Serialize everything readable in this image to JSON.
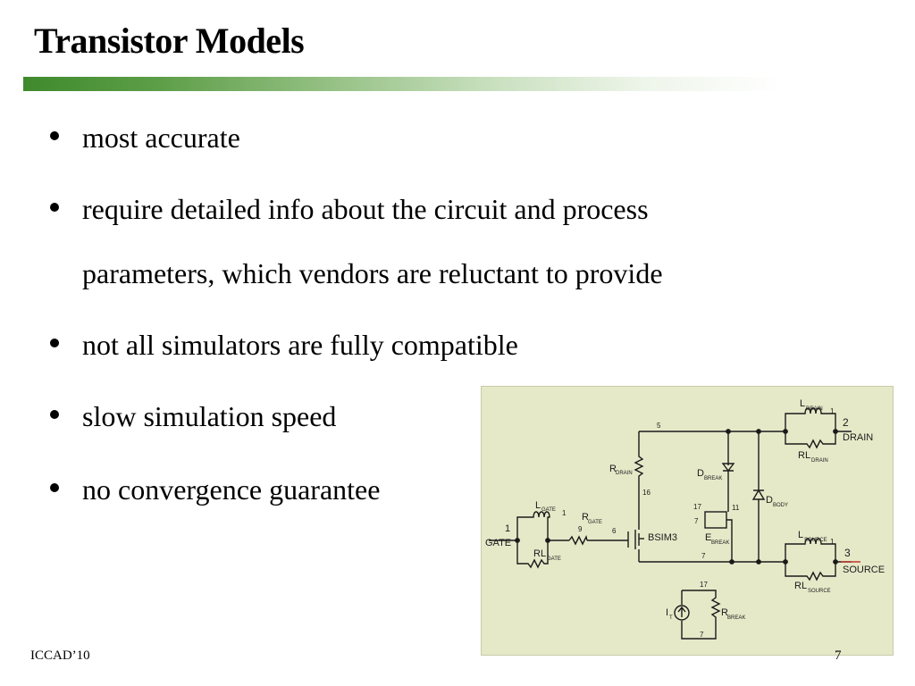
{
  "slide": {
    "title": "Transistor Models",
    "bullets": [
      "most accurate",
      "require detailed info about the circuit and process",
      "parameters, which vendors are reluctant to provide",
      "not all simulators are fully compatible",
      "slow simulation speed",
      "no convergence guarantee"
    ],
    "footer_left": "ICCAD’10",
    "page_number": "7"
  },
  "circuit": {
    "pins": {
      "gate_num": "1",
      "gate_label": "GATE",
      "drain_num": "2",
      "drain_label": "DRAIN",
      "source_num": "3",
      "source_label": "SOURCE"
    },
    "components": {
      "l_gate": "L",
      "l_gate_sub": "GATE",
      "rl_gate": "RL",
      "rl_gate_sub": "GATE",
      "r_gate": "R",
      "r_gate_sub": "GATE",
      "r_drain": "R",
      "r_drain_sub": "DRAIN",
      "bsim3": "BSIM3",
      "d_break": "D",
      "d_break_sub": "BREAK",
      "e_break": "E",
      "e_break_sub": "BREAK",
      "d_body": "D",
      "d_body_sub": "BODY",
      "l_drain": "L",
      "l_drain_sub": "DRAIN",
      "rl_drain": "RL",
      "rl_drain_sub": "DRAIN",
      "l_source": "L",
      "l_source_sub": "SOURCE",
      "rl_source": "RL",
      "rl_source_sub": "SOURCE",
      "i_t": "I",
      "i_t_sub": "T",
      "r_break": "R",
      "r_break_sub": "BREAK"
    },
    "nodes": {
      "n1_lgate": "1",
      "n9": "9",
      "n6": "6",
      "n16": "16",
      "n5": "5",
      "n7_main": "7",
      "n17_e": "17",
      "n7_e": "7",
      "n11": "11",
      "n1_ldrain": "1",
      "n1_lsource": "1",
      "n17_bot": "17",
      "n7_bot": "7"
    }
  }
}
